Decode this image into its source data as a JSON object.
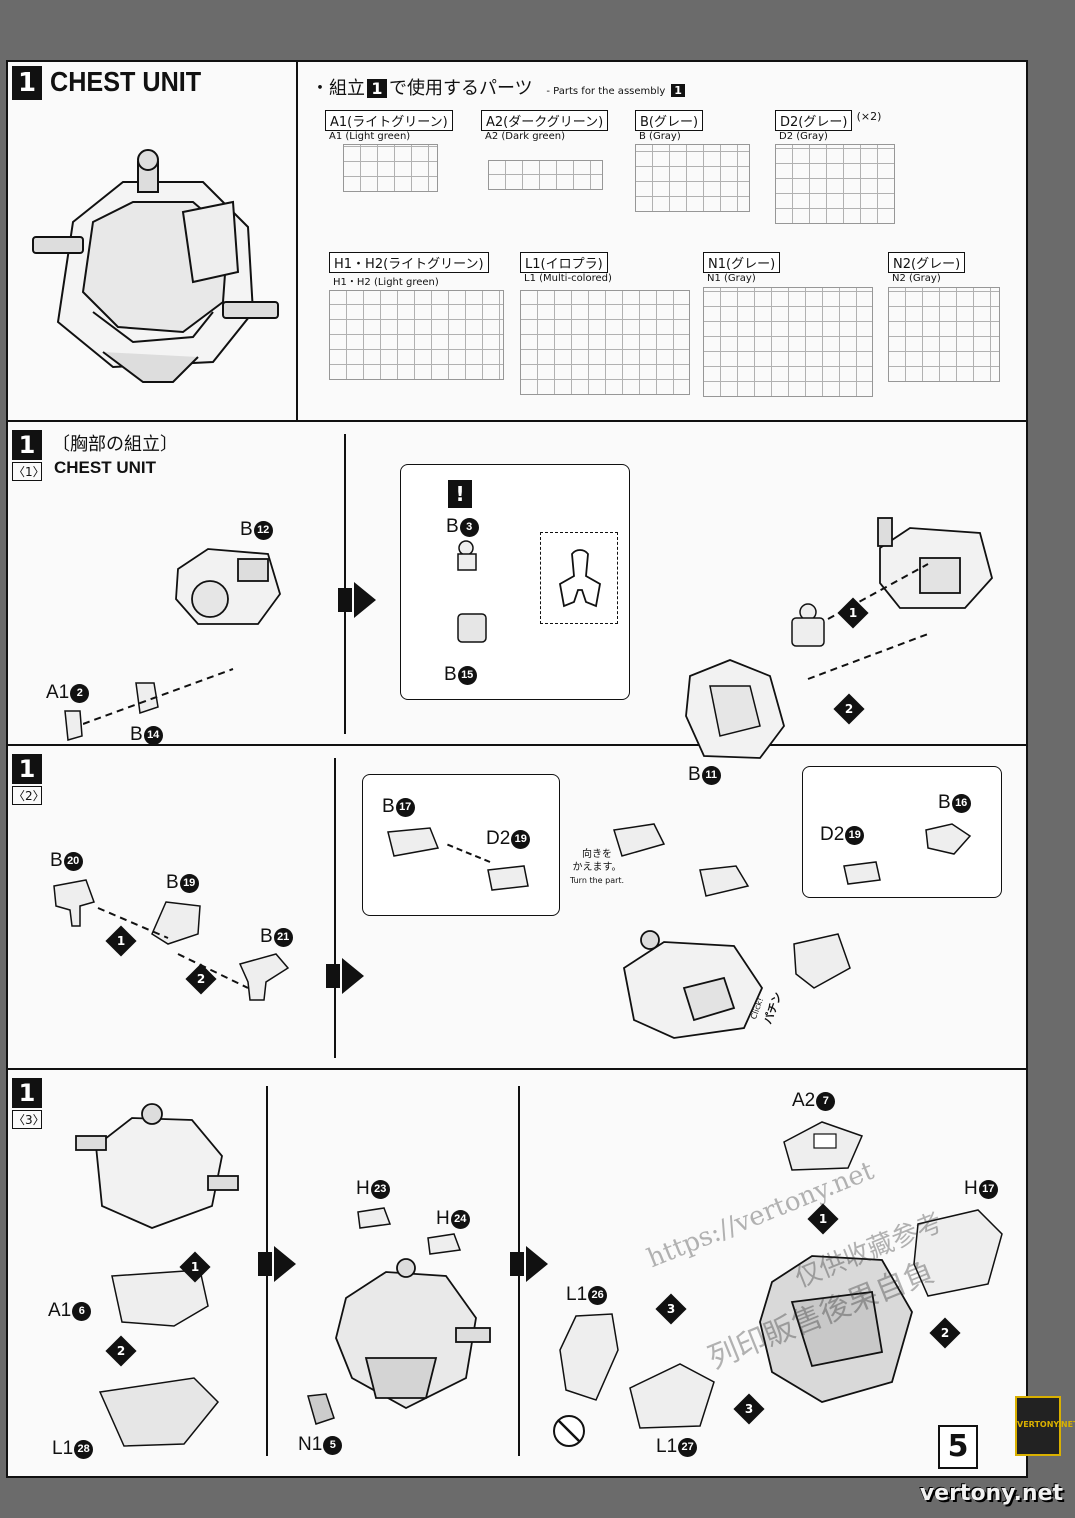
{
  "header": {
    "step_number": "1",
    "title": "CHEST UNIT"
  },
  "parts_list": {
    "bullet": "・組立",
    "badge": "1",
    "heading_jp_suffix": "で使用するパーツ",
    "heading_en": "- Parts for the assembly",
    "heading_en_badge": "1",
    "runners": [
      {
        "jp": "A1(ライトグリーン)",
        "en": "A1 (Light green)",
        "mult": ""
      },
      {
        "jp": "A2(ダークグリーン)",
        "en": "A2 (Dark green)",
        "mult": ""
      },
      {
        "jp": "B(グレー)",
        "en": "B (Gray)",
        "mult": ""
      },
      {
        "jp": "D2(グレー)",
        "en": "D2 (Gray)",
        "mult": "(×2)"
      },
      {
        "jp": "H1・H2(ライトグリーン)",
        "en": "H1・H2 (Light green)",
        "mult": ""
      },
      {
        "jp": "L1(イロプラ)",
        "en": "L1 (Multi-colored)",
        "mult": ""
      },
      {
        "jp": "N1(グレー)",
        "en": "N1 (Gray)",
        "mult": ""
      },
      {
        "jp": "N2(グレー)",
        "en": "N2 (Gray)",
        "mult": ""
      }
    ]
  },
  "section1": {
    "num": "1",
    "sub": "〈1〉",
    "title_jp": "〔胸部の組立〕",
    "title_en": "CHEST UNIT",
    "labels": {
      "b12": "B",
      "b12n": "12",
      "a1_2": "A1",
      "a1_2n": "2",
      "b14": "B",
      "b14n": "14",
      "b3": "B",
      "b3n": "3",
      "b15": "B",
      "b15n": "15",
      "b11": "B",
      "b11n": "11",
      "warn": "!"
    },
    "steps": [
      "1",
      "2"
    ]
  },
  "section2": {
    "num": "1",
    "sub": "〈2〉",
    "labels": {
      "b20": "B",
      "b20n": "20",
      "b19": "B",
      "b19n": "19",
      "b21": "B",
      "b21n": "21",
      "b17": "B",
      "b17n": "17",
      "d2_19a": "D2",
      "d2_19an": "19",
      "d2_19b": "D2",
      "d2_19bn": "19",
      "b16": "B",
      "b16n": "16"
    },
    "turn_jp_1": "向きを",
    "turn_jp_2": "かえます。",
    "turn_en": "Turn the part.",
    "click_jp": "パチン",
    "click_en": "Click!",
    "steps": [
      "1",
      "2"
    ]
  },
  "section3": {
    "num": "1",
    "sub": "〈3〉",
    "labels": {
      "a1_6": "A1",
      "a1_6n": "6",
      "l1_28": "L1",
      "l1_28n": "28",
      "h23": "H",
      "h23n": "23",
      "h24": "H",
      "h24n": "24",
      "n1_5": "N1",
      "n1_5n": "5",
      "a2_7": "A2",
      "a2_7n": "7",
      "h17": "H",
      "h17n": "17",
      "l1_26": "L1",
      "l1_26n": "26",
      "l1_27": "L1",
      "l1_27n": "27"
    },
    "steps": [
      "1",
      "2",
      "3"
    ]
  },
  "watermark": {
    "line1": "https://vertony.net",
    "line2": "仅供收藏参考",
    "line3": "列印販售後果自負"
  },
  "footer": {
    "page_number": "5",
    "site": "vertony.net",
    "logo": "VERTONY.NET"
  }
}
